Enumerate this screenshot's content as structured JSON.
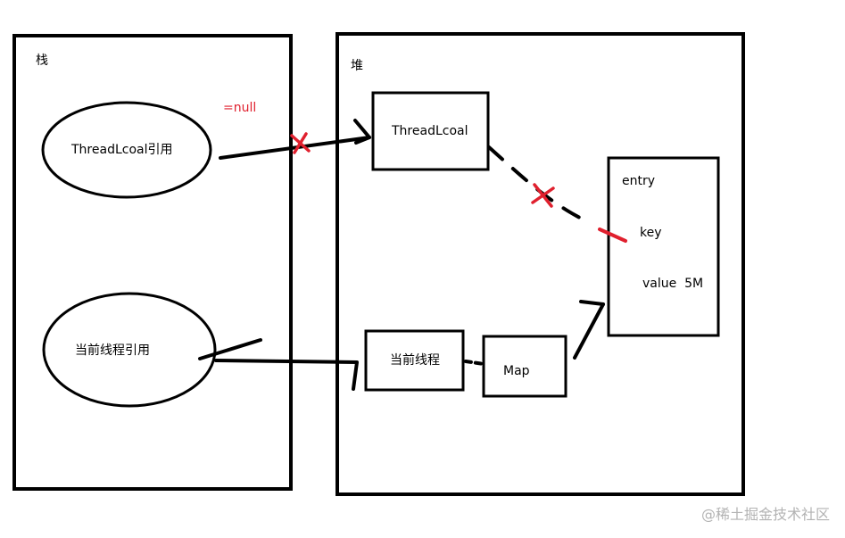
{
  "colors": {
    "stroke": "#000000",
    "accent_red": "#e0202e",
    "watermark": "#b3b3b3"
  },
  "stack": {
    "title": "栈",
    "threadlocal_ref": "ThreadLcoal引用",
    "thread_ref": "当前线程引用",
    "null_label": "=null"
  },
  "heap": {
    "title": "堆",
    "threadlocal": "ThreadLcoal",
    "current_thread": "当前线程",
    "map": "Map",
    "entry": {
      "title": "entry",
      "key": "key",
      "value": "value  5M"
    }
  },
  "watermark": "@稀土掘金技术社区"
}
